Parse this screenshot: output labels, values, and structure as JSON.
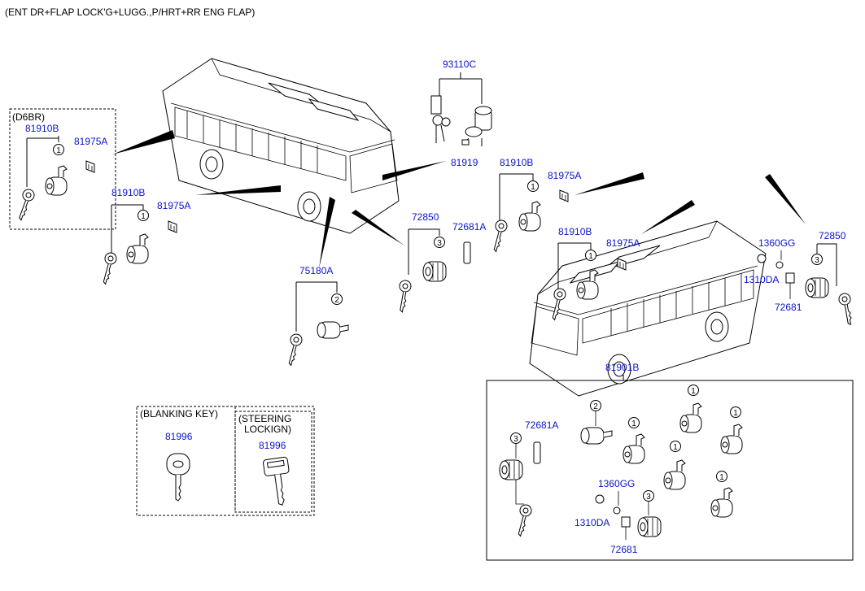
{
  "title": "(ENT DR+FLAP LOCK'G+LUGG.,P/HRT+RR ENG FLAP)",
  "colors": {
    "part_label": "#0a14c8",
    "text": "#000000"
  },
  "groups": {
    "d6br": "(D6BR)",
    "blanking_key": "(BLANKING KEY)",
    "steering_1": "(STEERING",
    "steering_2": "LOCKIGN)",
    "set_label": "81901B"
  },
  "labels": {
    "p81910B_a": "81910B",
    "p81975A_a": "81975A",
    "p81910B_b": "81910B",
    "p81975A_b": "81975A",
    "p75180A": "75180A",
    "p93110C": "93110C",
    "p81919": "81919",
    "p72850_a": "72850",
    "p72681A_a": "72681A",
    "p81910B_c": "81910B",
    "p81975A_c": "81975A",
    "p81910B_d": "81910B",
    "p81975A_d": "81975A",
    "p1360GG_a": "1360GG",
    "p1310DA_a": "1310DA",
    "p72850_b": "72850",
    "p72681_a": "72681",
    "p81996_a": "81996",
    "p81996_b": "81996",
    "p72681A_b": "72681A",
    "p1360GG_b": "1360GG",
    "p1310DA_b": "1310DA",
    "p72681_b": "72681"
  },
  "callouts": {
    "one": "1",
    "two": "2",
    "three": "3"
  }
}
